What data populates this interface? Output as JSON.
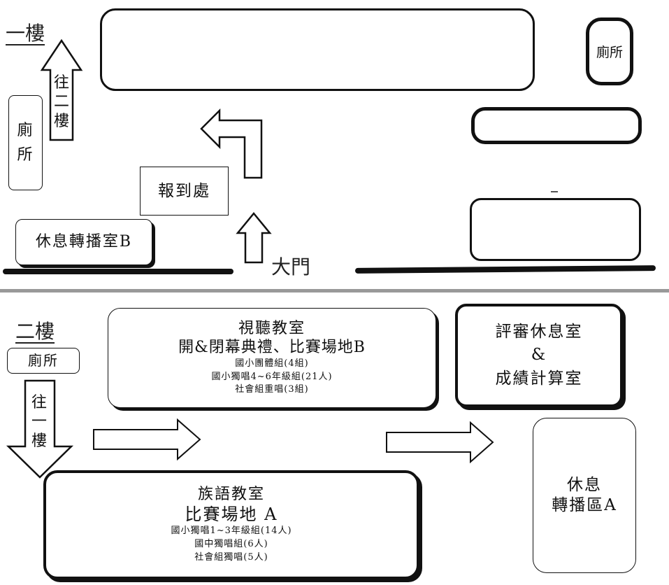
{
  "floor1": {
    "label": "一樓",
    "restroom_top_right": "廁所",
    "restroom_left": [
      "廁",
      "所"
    ],
    "to_floor2": [
      "往",
      "二",
      "樓"
    ],
    "registration": "報到處",
    "rest_broadcast_b": "休息轉播室B",
    "main_gate": "大門"
  },
  "floor2": {
    "label": "二樓",
    "restroom": "廁所",
    "to_floor1": [
      "往",
      "一",
      "樓"
    ],
    "av_room": {
      "title": "視聽教室",
      "subtitle": "開&閉幕典禮、比賽場地B",
      "items": [
        "國小團體組(4組)",
        "國小獨唱4~6年級組(21人)",
        "社會組重唱(3組)"
      ]
    },
    "judges_room": {
      "line1": "評審休息室",
      "line2": "&",
      "line3": "成績計算室"
    },
    "rest_broadcast_a": [
      "休息",
      "轉播區A"
    ],
    "language_room": {
      "title": "族語教室",
      "subtitle": "比賽場地 A",
      "items": [
        "國小獨唱1~3年級組(14人)",
        "國中獨唱組(6人)",
        "社會組獨唱(5人)"
      ]
    }
  },
  "colors": {
    "ink": "#111111",
    "divider": "#999999",
    "background": "#ffffff"
  }
}
